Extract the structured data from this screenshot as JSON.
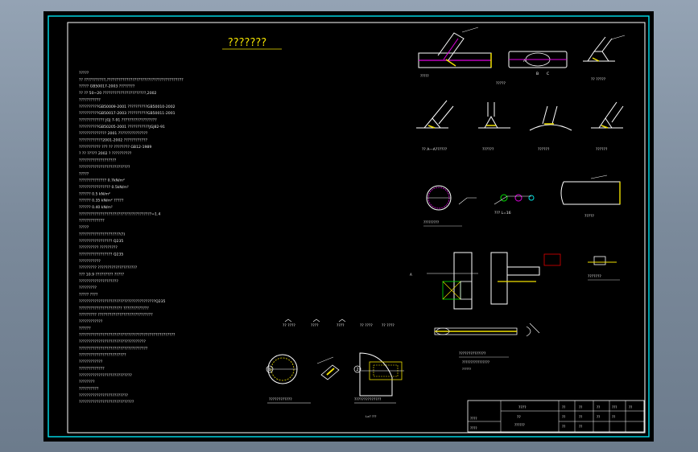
{
  "drawing": {
    "title": "???????",
    "notes": [
      "?????",
      "?? ???????????,???????????????????????????????????????",
      "????? GB50017-2003 ????????",
      "?? ?? 50~20 ??????????????????????,2002",
      "???????????",
      "??????????GB50009-2001 ??????????GB50010-2002",
      "??????????GB50017-2003 ??????????GB50011-2001",
      "????????????? JGJ 7-91 ??????????????????",
      "??????????GB50205-2001 ???????????JGJ82-91",
      "?????????????? 2001 ???????????????",
      "????????????2001-2002 ????????????",
      "??????????? ??? ?? ???????? GB12-1989",
      "? ?? ????? 2002 ? ??????????",
      "???????????????????",
      "??????????????????????????",
      "?????",
      "?????????????? 0.7kN/m²",
      "???????????????? 0.5kN/m²",
      "?????? 0.5 kN/m²",
      "?????? 0.35 kN/m² ?????",
      "?????? 0.40 kN/m²",
      "?????????????????????????????????????=1.4",
      "?????????????",
      "?????",
      "?????????????????????(?)",
      "????????????????? Q235",
      "?????????? ?????????",
      "????????????????? Q235",
      "???????????",
      "????????? ????????????????????",
      "??? 10.9 ????????? ?????",
      "????????????????????",
      "?????????",
      "????? ????",
      "???????????????????????????????????????Q235",
      "?????????????????????? ?????????????",
      "????????? ????????????????????????????",
      "????????????",
      "??????",
      "?????????????????????????????????????????????????",
      "??????????????????????????????????",
      "???????????????????????????????????",
      "????????????????????????",
      "????????????",
      "?????????????",
      "???????????????????????????",
      "????????",
      "??????????",
      "?????????????????????????",
      "????????????????????????????"
    ],
    "labels": {
      "tube_connection": "?????",
      "tube_section_1": "?????",
      "tube_section_2": "?? ?????",
      "section_aa": "?? A—A??????",
      "detail_1": "??????",
      "detail_2": "??????",
      "detail_3": "??????",
      "ring_weld": "????????????",
      "weld_symbol_note": "??????",
      "pipe_label": "?????",
      "bracket_detail": "??????????????",
      "small_detail": "???????",
      "plate_detail": "????????????????",
      "circle_detail": "?????????",
      "end_detail": "??????????????",
      "end_detail_sub": "L≥? ???",
      "weld_callout": "??? L=16",
      "letter_a": "A",
      "letter_b": "B",
      "letter_c": "C",
      "letter_a2": "A",
      "number_1": "1",
      "number_2": "2"
    },
    "symbols": [
      "?? ????",
      "????",
      "????",
      "?? ????",
      "?? ????"
    ],
    "title_block": {
      "cell_1": "????",
      "cell_2": "??",
      "cell_3": "??????",
      "cell_4": "??",
      "cell_5": "??",
      "cell_6": "??",
      "cell_7": "??",
      "cell_8": "??",
      "cell_9": "??",
      "cell_10": "??",
      "cell_11": "??",
      "cell_12": "???",
      "cell_13": "??",
      "cell_14": "??",
      "cell_15": "????",
      "cell_16": "????"
    }
  }
}
